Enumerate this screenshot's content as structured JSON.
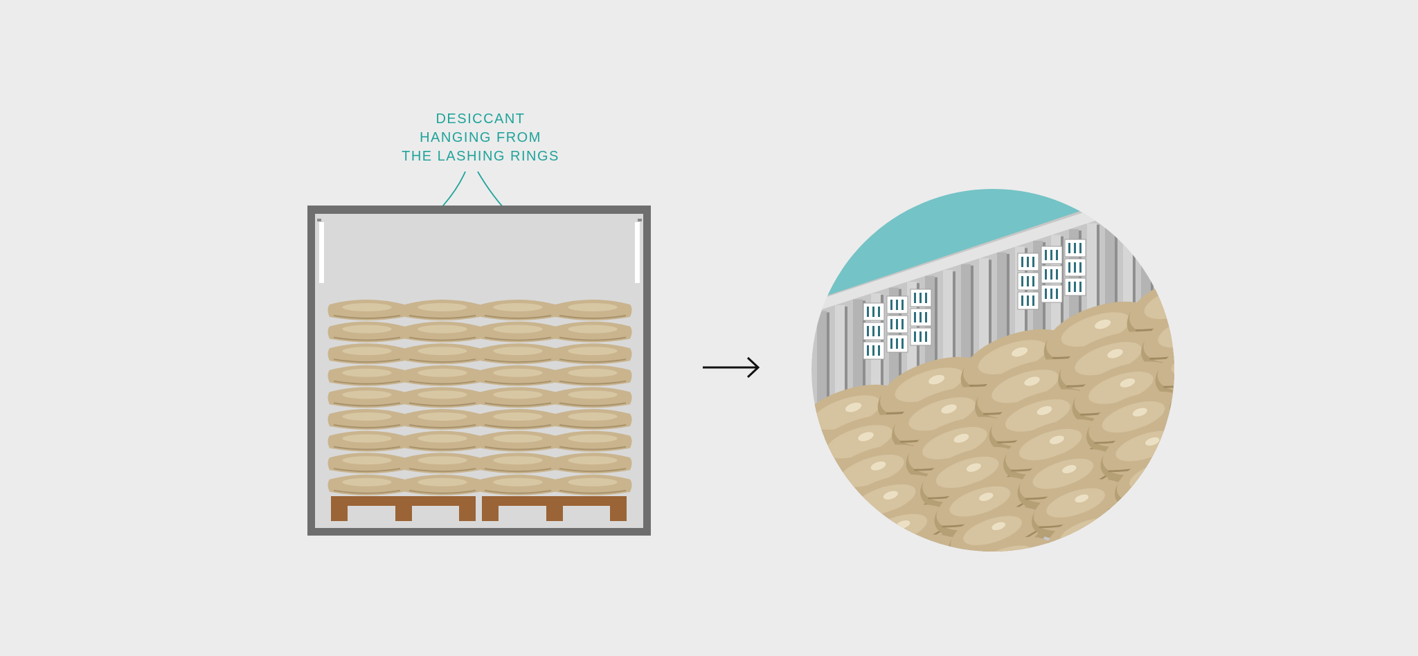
{
  "annotation": {
    "lines": [
      "DESICCANT",
      "HANGING FROM",
      "THE LASHING RINGS"
    ]
  },
  "colors": {
    "background": "#ececec",
    "accent_teal": "#1fa39a",
    "container_wall": "#6e6e6e",
    "container_interior": "#d9d9d9",
    "bag": "#c9b48e",
    "pallet": "#9a6436",
    "arrow": "#111111"
  },
  "icons": {
    "arrow": "right-arrow-icon",
    "container": "shipping-container-icon",
    "bags": "sack-bag-icon",
    "pallets": "pallet-icon",
    "desiccant": "desiccant-strip-icon",
    "zoom": "magnified-detail-icon"
  }
}
